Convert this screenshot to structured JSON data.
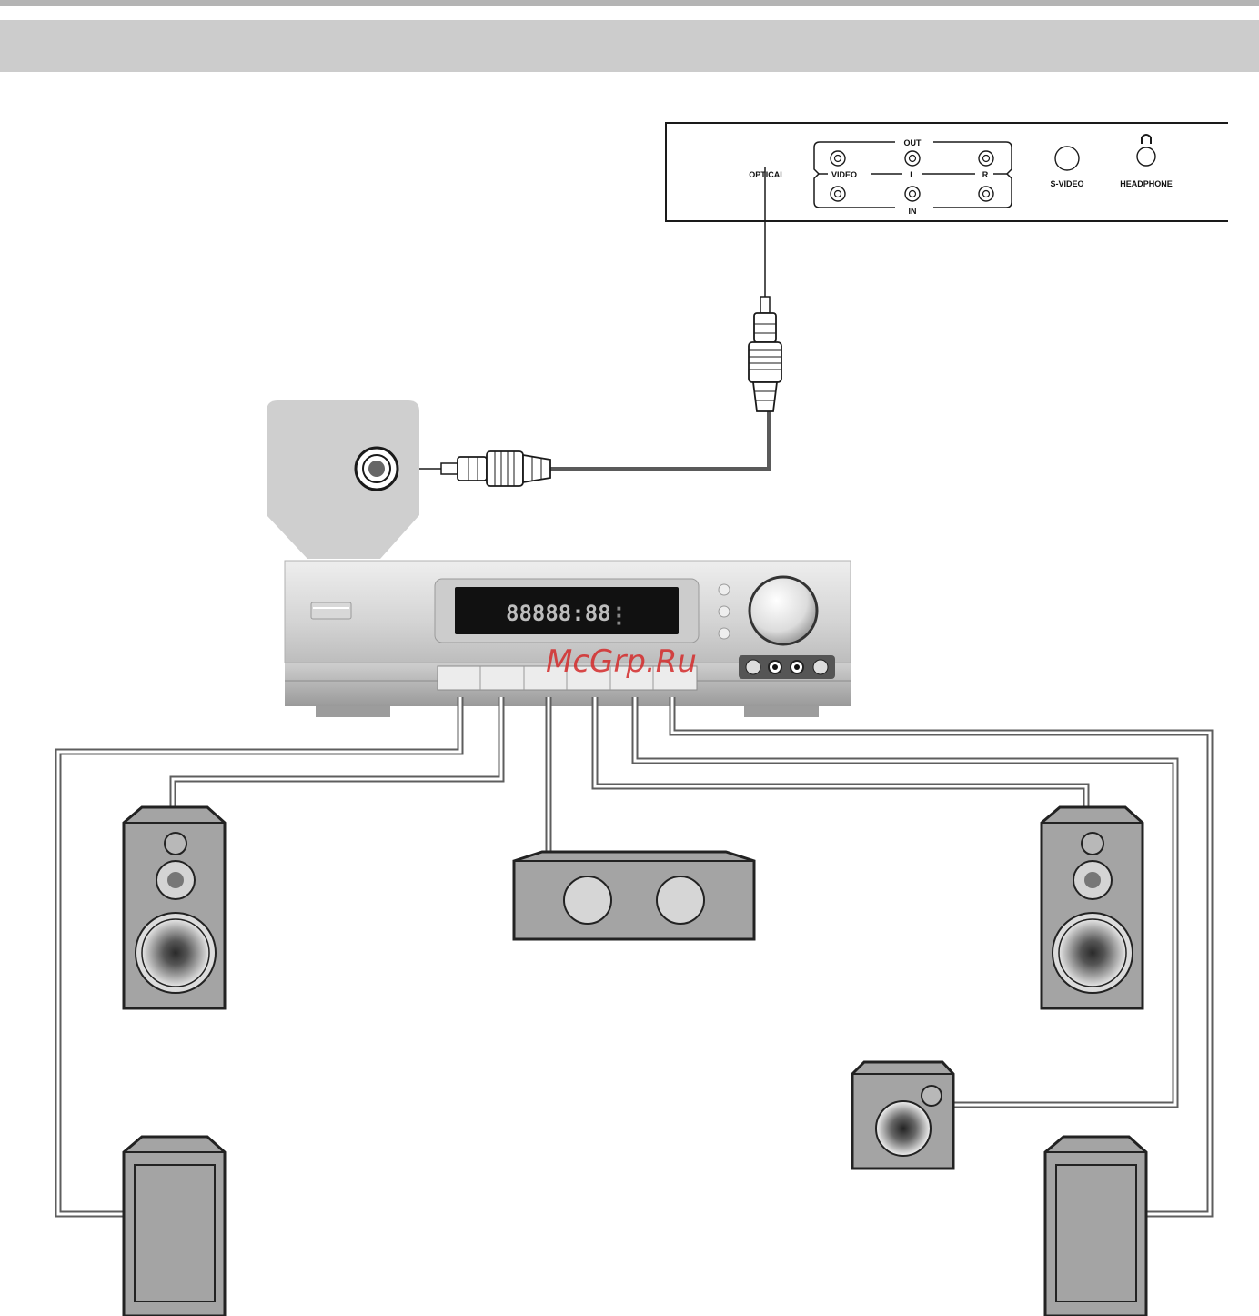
{
  "panel": {
    "optical_label": "OPTICAL",
    "out_label": "OUT",
    "in_label": "IN",
    "video_label": "VIDEO",
    "left_label": "L",
    "right_label": "R",
    "svideo_label": "S-VIDEO",
    "headphone_label": "HEADPHONE"
  },
  "receiver": {
    "display_text": "88888:88",
    "watermark": "McGrp.Ru"
  },
  "colors": {
    "header_band": "#cccccc",
    "wire": "#5e5e5e",
    "speaker_body": "#a4a4a4",
    "receiver_body": "#d9d9d9",
    "watermark": "#d42a2a"
  },
  "icons": [
    "headphone-icon",
    "optical-plug-icon",
    "optical-jack-icon",
    "speaker-icon",
    "subwoofer-icon"
  ]
}
